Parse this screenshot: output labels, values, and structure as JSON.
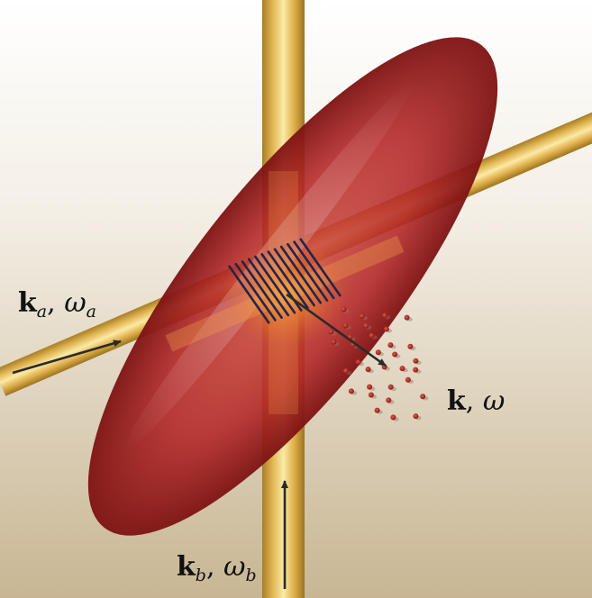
{
  "labels": {
    "beam_a": {
      "vec": "k",
      "vec_sub": "a",
      "sep": ", ",
      "freq": "ω",
      "freq_sub": "a"
    },
    "scattered": {
      "vec": "k",
      "sep": ", ",
      "freq": "ω"
    },
    "beam_b": {
      "vec": "k",
      "vec_sub": "b",
      "sep": ", ",
      "freq": "ω",
      "freq_sub": "b"
    }
  },
  "colors": {
    "background_top": "#fdfcfa",
    "background_bottom": "#cbb998",
    "beam": "#e2b653",
    "beam_highlight": "#fbeaa6",
    "beam_shadow": "#b58a2d",
    "cloud": "#b32626",
    "cloud_dark": "#7d1212",
    "grating": "#20254e",
    "arrow": "#2a2a2a",
    "particle": "#a92222"
  }
}
